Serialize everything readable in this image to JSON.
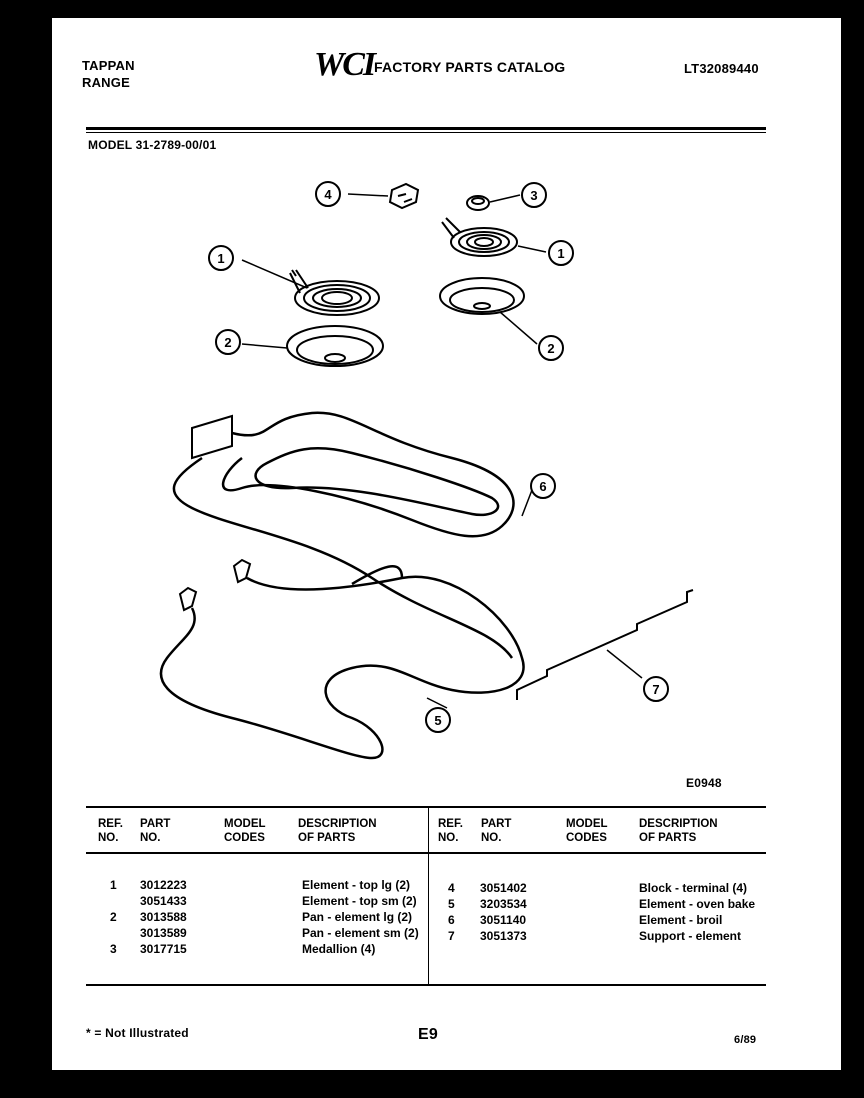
{
  "header": {
    "brand_line1": "TAPPAN",
    "brand_line2": "RANGE",
    "logo": "WCI",
    "catalog_title": "FACTORY PARTS CATALOG",
    "catalog_number": "LT32089440",
    "model": "MODEL 31-2789-00/01"
  },
  "diagram": {
    "callouts": [
      "4",
      "3",
      "1",
      "1",
      "2",
      "2",
      "6",
      "7",
      "5"
    ],
    "code": "E0948"
  },
  "table": {
    "headers": {
      "ref": [
        "REF.",
        "NO."
      ],
      "part": [
        "PART",
        "NO."
      ],
      "model": [
        "MODEL",
        "CODES"
      ],
      "desc": [
        "DESCRIPTION",
        "OF PARTS"
      ]
    },
    "left": [
      {
        "ref": "1",
        "part": "3012223",
        "desc": "Element - top lg (2)"
      },
      {
        "ref": "",
        "part": "3051433",
        "desc": "Element - top sm (2)"
      },
      {
        "ref": "2",
        "part": "3013588",
        "desc": "Pan - element lg (2)"
      },
      {
        "ref": "",
        "part": "3013589",
        "desc": "Pan - element sm (2)"
      },
      {
        "ref": "3",
        "part": "3017715",
        "desc": "Medallion (4)"
      }
    ],
    "right": [
      {
        "ref": "4",
        "part": "3051402",
        "desc": "Block - terminal (4)"
      },
      {
        "ref": "5",
        "part": "3203534",
        "desc": "Element - oven bake"
      },
      {
        "ref": "6",
        "part": "3051140",
        "desc": "Element - broil"
      },
      {
        "ref": "7",
        "part": "3051373",
        "desc": "Support - element"
      }
    ]
  },
  "footer": {
    "note": "* = Not Illustrated",
    "page": "E9",
    "date": "6/89"
  }
}
